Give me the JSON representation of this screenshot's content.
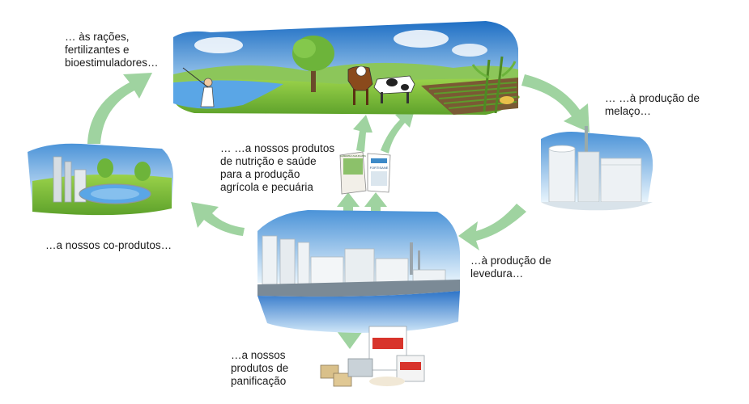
{
  "labels": {
    "feed": "… às rações,\nfertilizantes e\nbioestimuladores…",
    "molasses": "… …à produção de\nmelaço…",
    "nutrition": "… …a nossos produtos\nde nutrição e saúde\npara a produção\nagrícola e pecuária",
    "coproducts": "…a nossos co-produtos…",
    "yeast": "…à produção de\nlevedura…",
    "bakery": "…a nossos\nprodutos de\npanificação"
  },
  "packages": {
    "left_text": "ALIMENTE A SUA PLANTA",
    "right_text": "FORTISANE"
  },
  "colors": {
    "arrow": "#9fd3a0",
    "sky": "#2f7fd0",
    "grass": "#7fbf3a",
    "water": "#3d88d8",
    "building": "#e8eef2"
  }
}
